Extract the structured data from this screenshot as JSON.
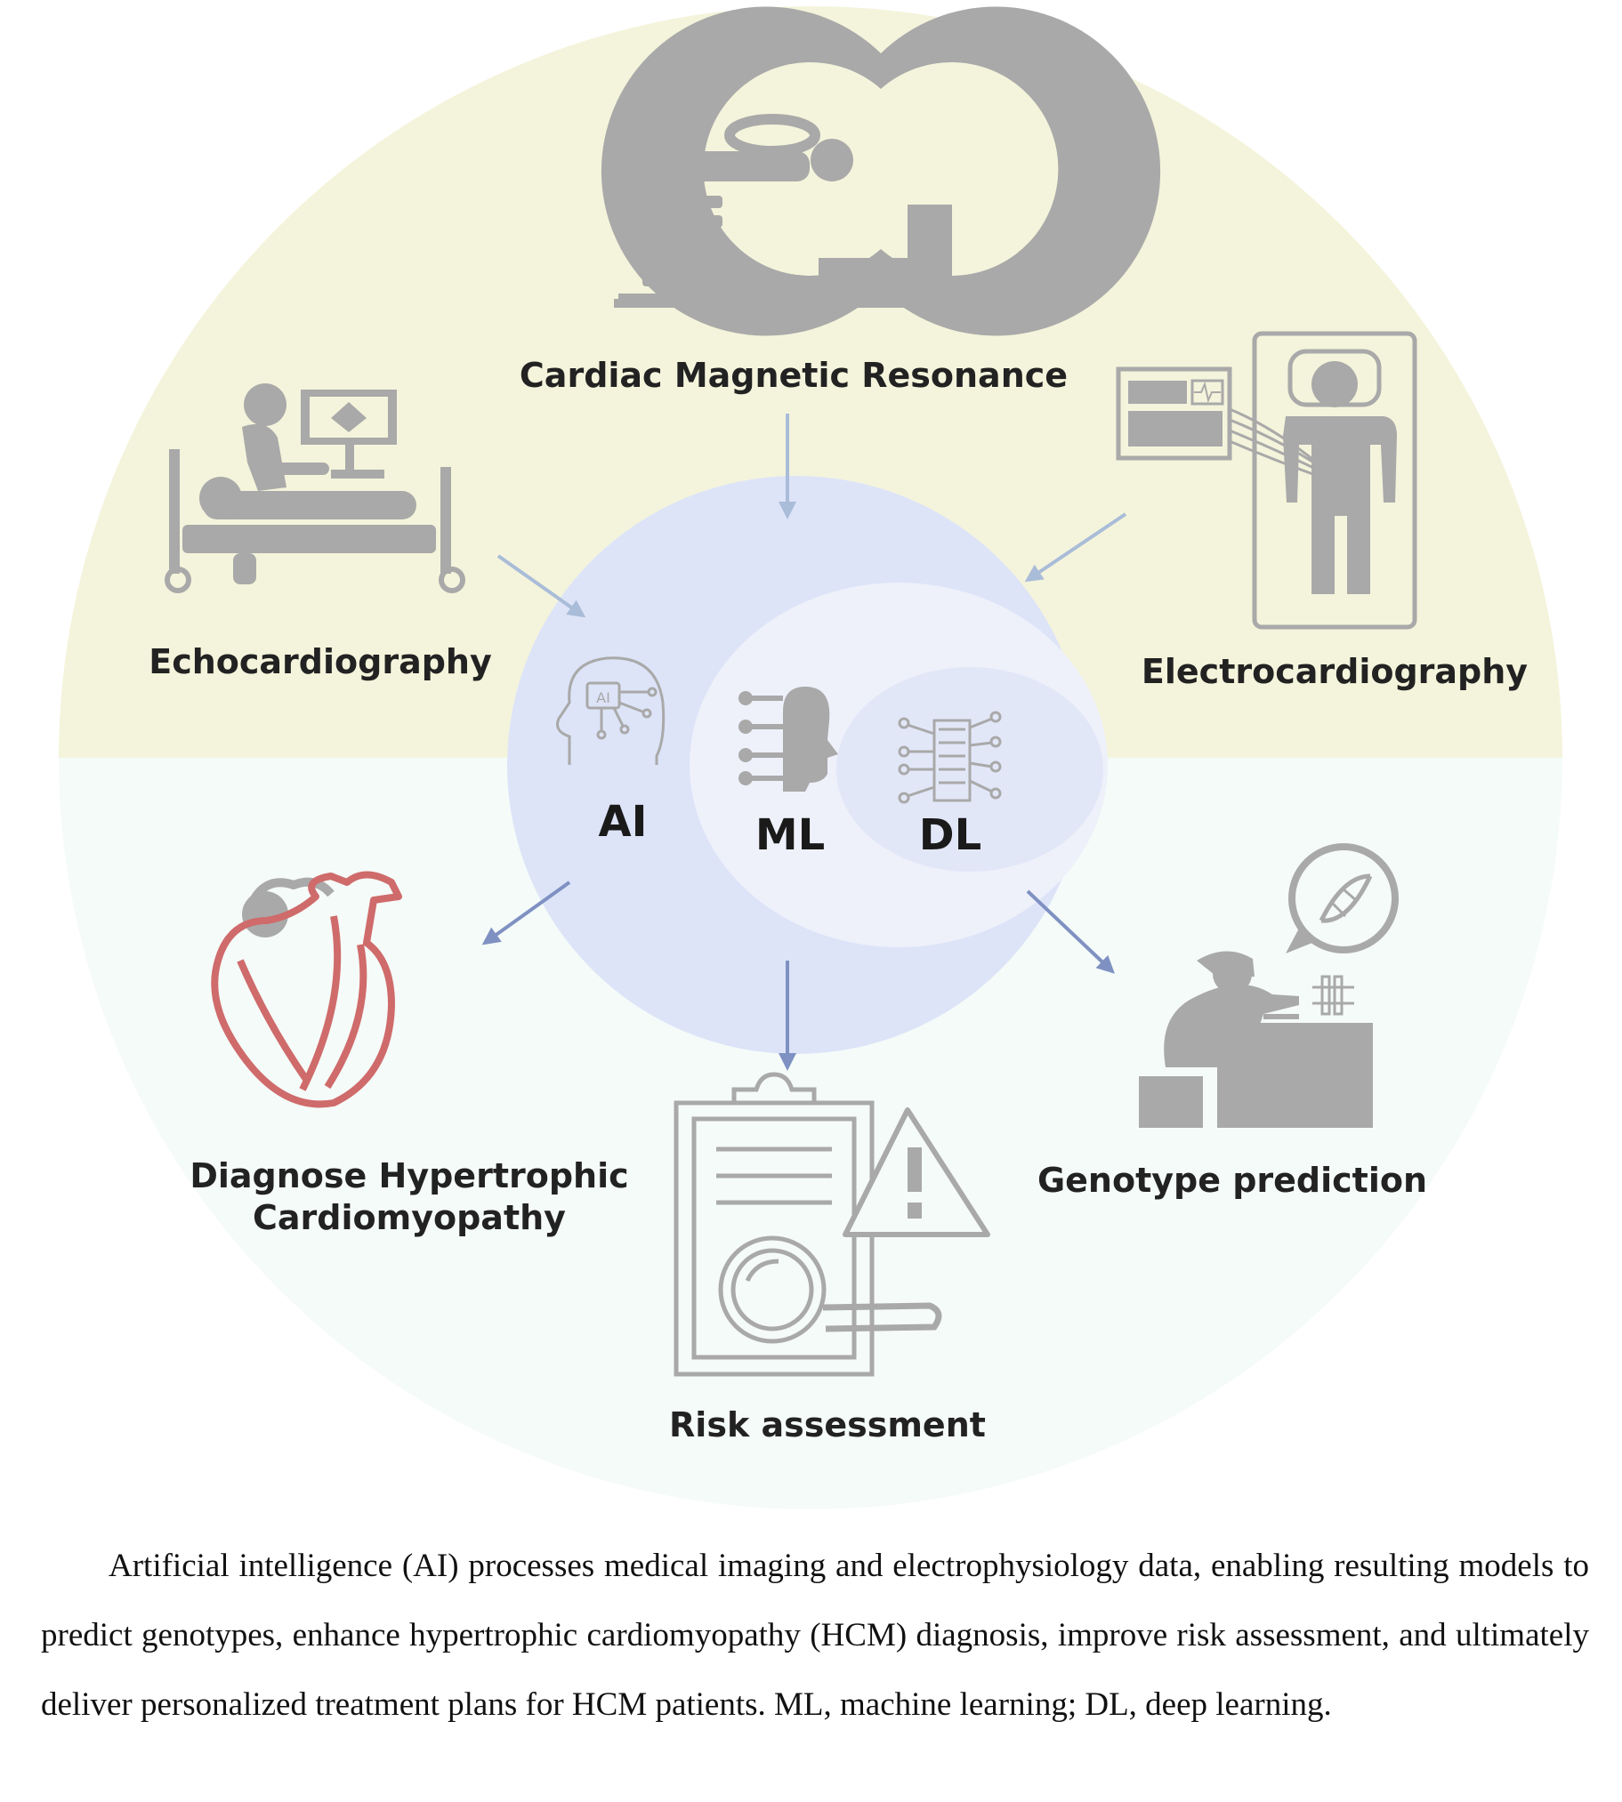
{
  "nodes": {
    "cmr": "Cardiac Magnetic Resonance",
    "echo": "Echocardiography",
    "ecg": "Electrocardiography",
    "diagnose_line1": "Diagnose Hypertrophic",
    "diagnose_line2": "Cardiomyopathy",
    "risk": "Risk assessment",
    "genotype": "Genotype prediction"
  },
  "core": {
    "ai": "AI",
    "ml": "ML",
    "dl": "DL",
    "ai_chip_text": "AI"
  },
  "caption": "Artificial intelligence (AI) processes medical imaging and electrophysiology data, enabling resulting models to predict genotypes, enhance hypertrophic cardiomyopathy (HCM) diagnosis, improve risk assessment, and ultimately deliver personalized treatment plans for HCM patients. ML, machine learning; DL, deep learning.",
  "colors": {
    "top_half": "#f4f4dc",
    "bottom_half": "#f5fbf8",
    "ai_circle": "#dde4f8",
    "ml_circle": "#eef0fa",
    "dl_circle": "#e2e7f8",
    "icon_gray": "#a9a9a9",
    "heart_red": "#cf6b6b",
    "arrow_in": "#a9bcd8",
    "arrow_out": "#7f91c2"
  }
}
